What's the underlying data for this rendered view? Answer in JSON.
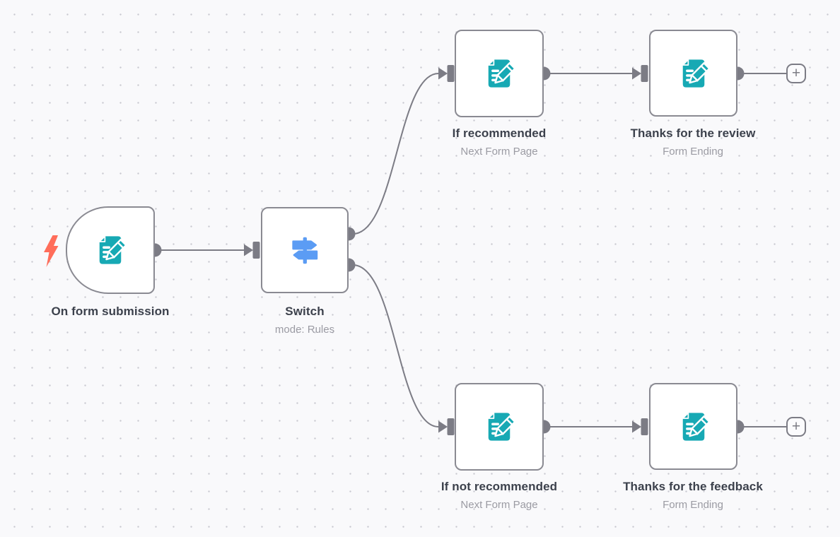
{
  "app": "workflow-editor-canvas",
  "colors": {
    "canvas_background": "#f9f9fb",
    "grid_dot": "#c9c9d1",
    "node_border": "#8a8a92",
    "connector_gray": "#7c7c85",
    "form_icon_teal": "#17a9b4",
    "switch_icon_blue": "#5b9cf4",
    "trigger_bolt_coral": "#ff6d5a",
    "title_text": "#3c414c",
    "subtitle_text": "#9b9ba3"
  },
  "nodes": [
    {
      "id": "on-form-submission",
      "title": "On form submission",
      "subtitle": "",
      "kind": "form-trigger",
      "icon": "form-pencil-icon"
    },
    {
      "id": "switch",
      "title": "Switch",
      "subtitle": "mode: Rules",
      "kind": "switch",
      "icon": "signpost-icon"
    },
    {
      "id": "if-recommended",
      "title": "If recommended",
      "subtitle": "Next Form Page",
      "kind": "form-page",
      "icon": "form-pencil-icon"
    },
    {
      "id": "thanks-for-the-review",
      "title": "Thanks for the review",
      "subtitle": "Form Ending",
      "kind": "form-ending",
      "icon": "form-pencil-icon"
    },
    {
      "id": "if-not-recommended",
      "title": "If not recommended",
      "subtitle": "Next Form Page",
      "kind": "form-page",
      "icon": "form-pencil-icon"
    },
    {
      "id": "thanks-for-the-feedback",
      "title": "Thanks for the feedback",
      "subtitle": "Form Ending",
      "kind": "form-ending",
      "icon": "form-pencil-icon"
    }
  ],
  "connections": [
    {
      "from": "on-form-submission",
      "to": "switch"
    },
    {
      "from": "switch.output0",
      "to": "if-recommended"
    },
    {
      "from": "switch.output1",
      "to": "if-not-recommended"
    },
    {
      "from": "if-recommended",
      "to": "thanks-for-the-review"
    },
    {
      "from": "if-not-recommended",
      "to": "thanks-for-the-feedback"
    }
  ],
  "ui": {
    "plus_label": "+"
  }
}
